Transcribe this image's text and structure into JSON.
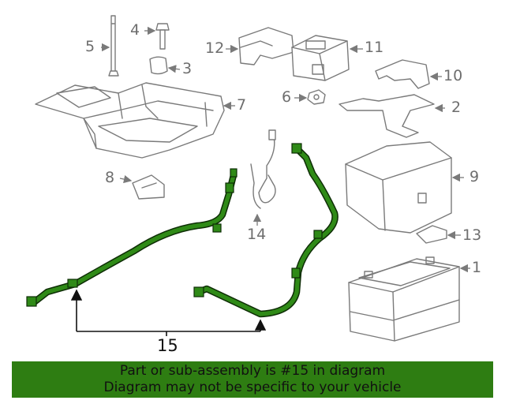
{
  "diagram": {
    "callouts": [
      {
        "id": "1",
        "label": "1"
      },
      {
        "id": "2",
        "label": "2"
      },
      {
        "id": "3",
        "label": "3"
      },
      {
        "id": "4",
        "label": "4"
      },
      {
        "id": "5",
        "label": "5"
      },
      {
        "id": "6",
        "label": "6"
      },
      {
        "id": "7",
        "label": "7"
      },
      {
        "id": "8",
        "label": "8"
      },
      {
        "id": "9",
        "label": "9"
      },
      {
        "id": "10",
        "label": "10"
      },
      {
        "id": "11",
        "label": "11"
      },
      {
        "id": "12",
        "label": "12"
      },
      {
        "id": "13",
        "label": "13"
      },
      {
        "id": "14",
        "label": "14"
      },
      {
        "id": "15",
        "label": "15"
      }
    ],
    "highlight_color": "#2e7d12"
  },
  "banner": {
    "line1": "Part or sub-assembly is #15 in diagram",
    "line2": "Diagram may not be specific to your vehicle",
    "background": "#2e7d12"
  }
}
